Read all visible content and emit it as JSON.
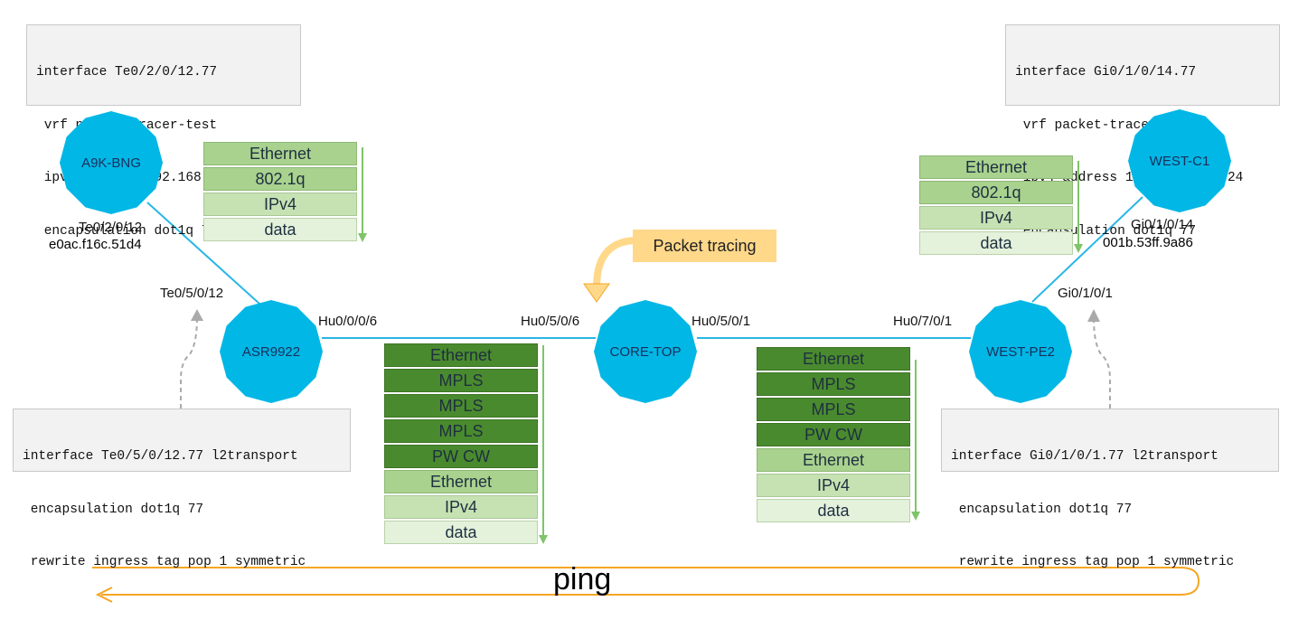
{
  "colors": {
    "node_fill": "#00b7e6",
    "link": "#29b6e6",
    "cell_dark": "#4a8a2e",
    "cell_mid": "#a9d28e",
    "cell_light": "#c6e2b3",
    "cell_pale": "#e4f1db",
    "callout": "#ffd88a",
    "ping_arrow": "#f5a623",
    "stack_arrow": "#7fc46a"
  },
  "configs": {
    "top_left": [
      "interface Te0/2/0/12.77",
      " vrf packet-tracer-test",
      " ipv4 address 192.168.77.1/24",
      " encapsulation dot1q 77"
    ],
    "top_right": [
      "interface Gi0/1/0/14.77",
      " vrf packet-tracer-test",
      " ipv4 address 192.168.77.2/24",
      " encapsulation dot1q 77"
    ],
    "bottom_left": [
      "interface Te0/5/0/12.77 l2transport",
      " encapsulation dot1q 77",
      " rewrite ingress tag pop 1 symmetric"
    ],
    "bottom_right": [
      "interface Gi0/1/0/1.77 l2transport",
      " encapsulation dot1q 77",
      " rewrite ingress tag pop 1 symmetric"
    ]
  },
  "nodes": {
    "a9k_bng": "A9K-BNG",
    "asr9922": "ASR9922",
    "core_top": "CORE-TOP",
    "west_pe2": "WEST-PE2",
    "west_c1": "WEST-C1"
  },
  "interfaces": {
    "a9k_te": "Te0/2/0/12",
    "a9k_mac": "e0ac.f16c.51d4",
    "asr_te": "Te0/5/0/12",
    "asr_hu": "Hu0/0/0/6",
    "core_hu_left": "Hu0/5/0/6",
    "core_hu_right": "Hu0/5/0/1",
    "pe2_hu": "Hu0/7/0/1",
    "pe2_gi": "Gi0/1/0/1",
    "c1_gi": "Gi0/1/0/14",
    "c1_mac": "001b.53ff.9a86"
  },
  "stacks": {
    "left_access": [
      {
        "label": "Ethernet",
        "shade": "mid"
      },
      {
        "label": "802.1q",
        "shade": "mid"
      },
      {
        "label": "IPv4",
        "shade": "light"
      },
      {
        "label": "data",
        "shade": "pale"
      }
    ],
    "left_core": [
      {
        "label": "Ethernet",
        "shade": "dark"
      },
      {
        "label": "MPLS",
        "shade": "dark"
      },
      {
        "label": "MPLS",
        "shade": "dark"
      },
      {
        "label": "MPLS",
        "shade": "dark"
      },
      {
        "label": "PW CW",
        "shade": "dark"
      },
      {
        "label": "Ethernet",
        "shade": "mid"
      },
      {
        "label": "IPv4",
        "shade": "light"
      },
      {
        "label": "data",
        "shade": "pale"
      }
    ],
    "right_core": [
      {
        "label": "Ethernet",
        "shade": "dark"
      },
      {
        "label": "MPLS",
        "shade": "dark"
      },
      {
        "label": "MPLS",
        "shade": "dark"
      },
      {
        "label": "PW CW",
        "shade": "dark"
      },
      {
        "label": "Ethernet",
        "shade": "mid"
      },
      {
        "label": "IPv4",
        "shade": "light"
      },
      {
        "label": "data",
        "shade": "pale"
      }
    ],
    "right_access": [
      {
        "label": "Ethernet",
        "shade": "mid"
      },
      {
        "label": "802.1q",
        "shade": "mid"
      },
      {
        "label": "IPv4",
        "shade": "light"
      },
      {
        "label": "data",
        "shade": "pale"
      }
    ]
  },
  "callout": "Packet tracing",
  "ping_label": "ping"
}
